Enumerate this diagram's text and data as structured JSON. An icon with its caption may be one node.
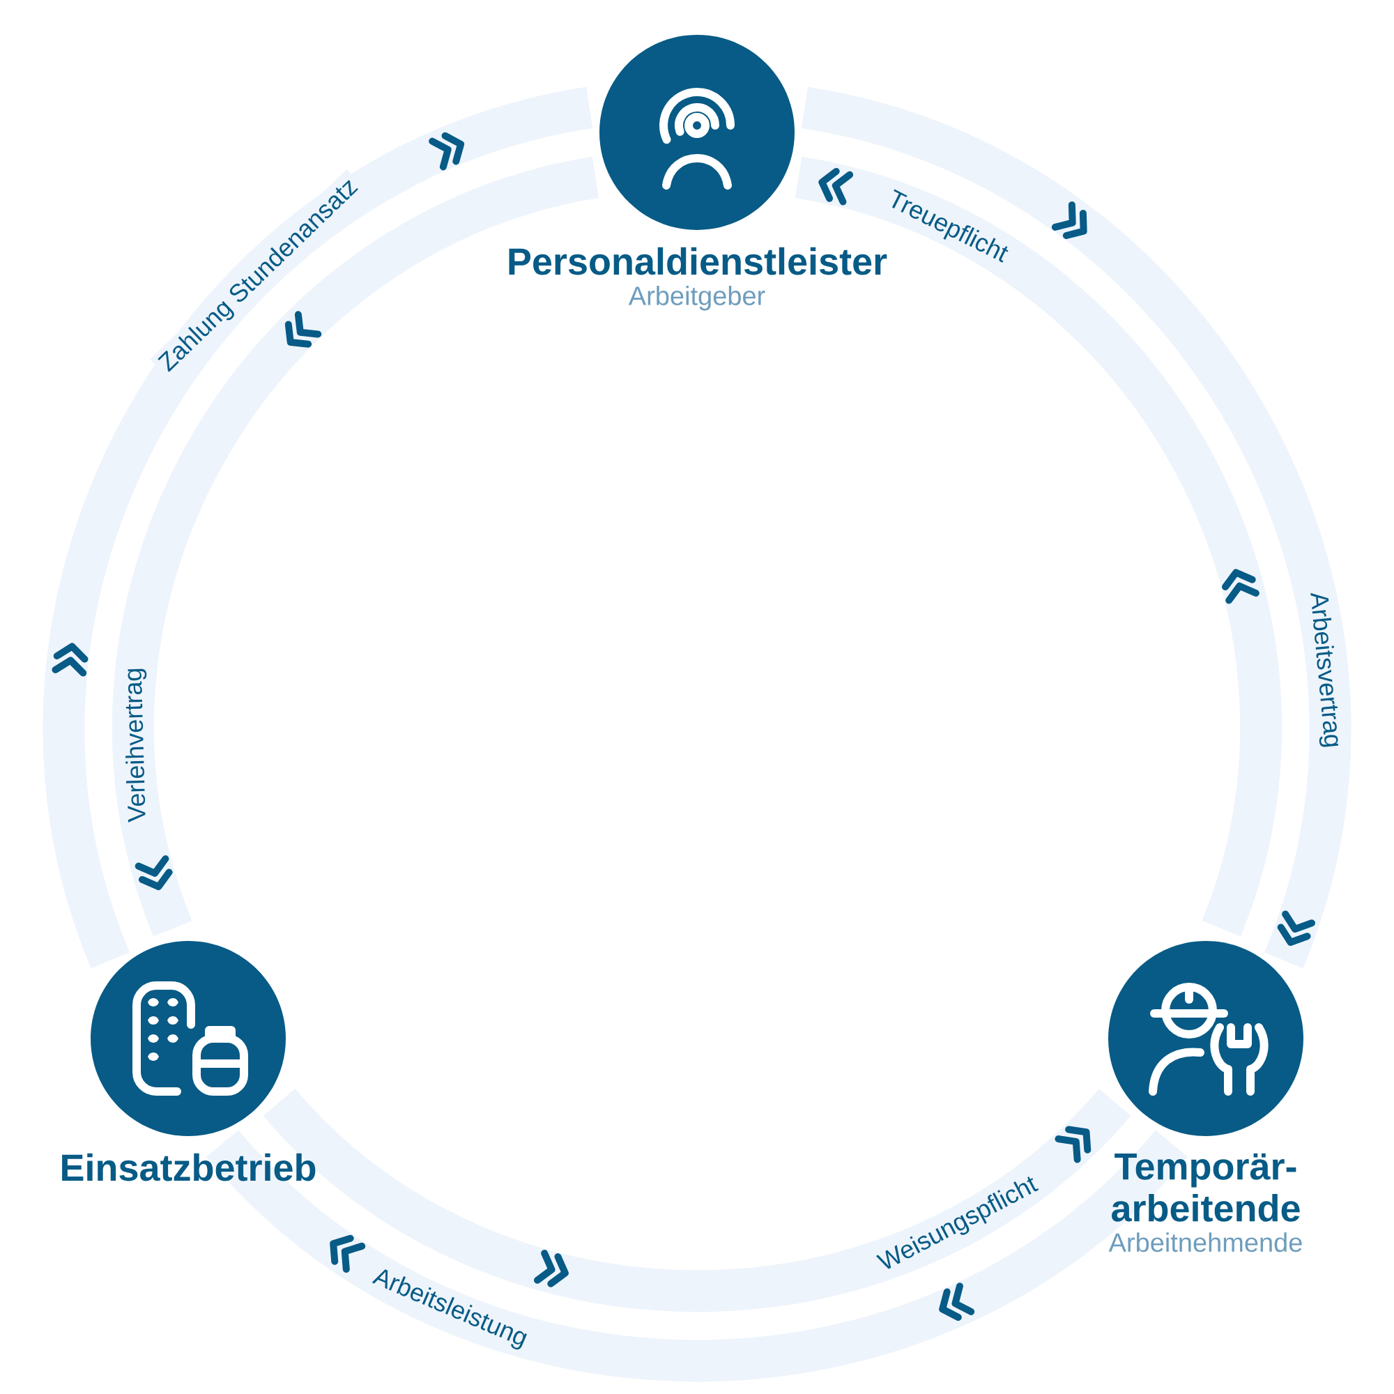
{
  "diagram": {
    "nodes": [
      {
        "text": [
          "Personaldienstleister",
          "Arbeitgeber"
        ]
      },
      {
        "text": [
          "Einsatzbetrieb"
        ]
      },
      {
        "text": [
          "Temporär- arbeitende",
          "Arbeitnehmende"
        ]
      }
    ],
    "edges": [
      {
        "from": 1,
        "to": 0,
        "label": "Zahlung Stundenansatz",
        "arrow": "to"
      },
      {
        "from": 0,
        "to": 1,
        "label": "Verleihvertrag",
        "arrow": "to"
      },
      {
        "from": 0,
        "to": 2,
        "label": "Arbeitsvertrag",
        "arrow": "to"
      },
      {
        "from": 2,
        "to": 0,
        "label": "Treuepflicht",
        "arrow": "to"
      },
      {
        "from": 2,
        "to": 1,
        "label": "Arbeitsleistung",
        "arrow": "to"
      },
      {
        "from": 1,
        "to": 2,
        "label": "Weisungspflicht",
        "arrow": "to"
      }
    ]
  }
}
